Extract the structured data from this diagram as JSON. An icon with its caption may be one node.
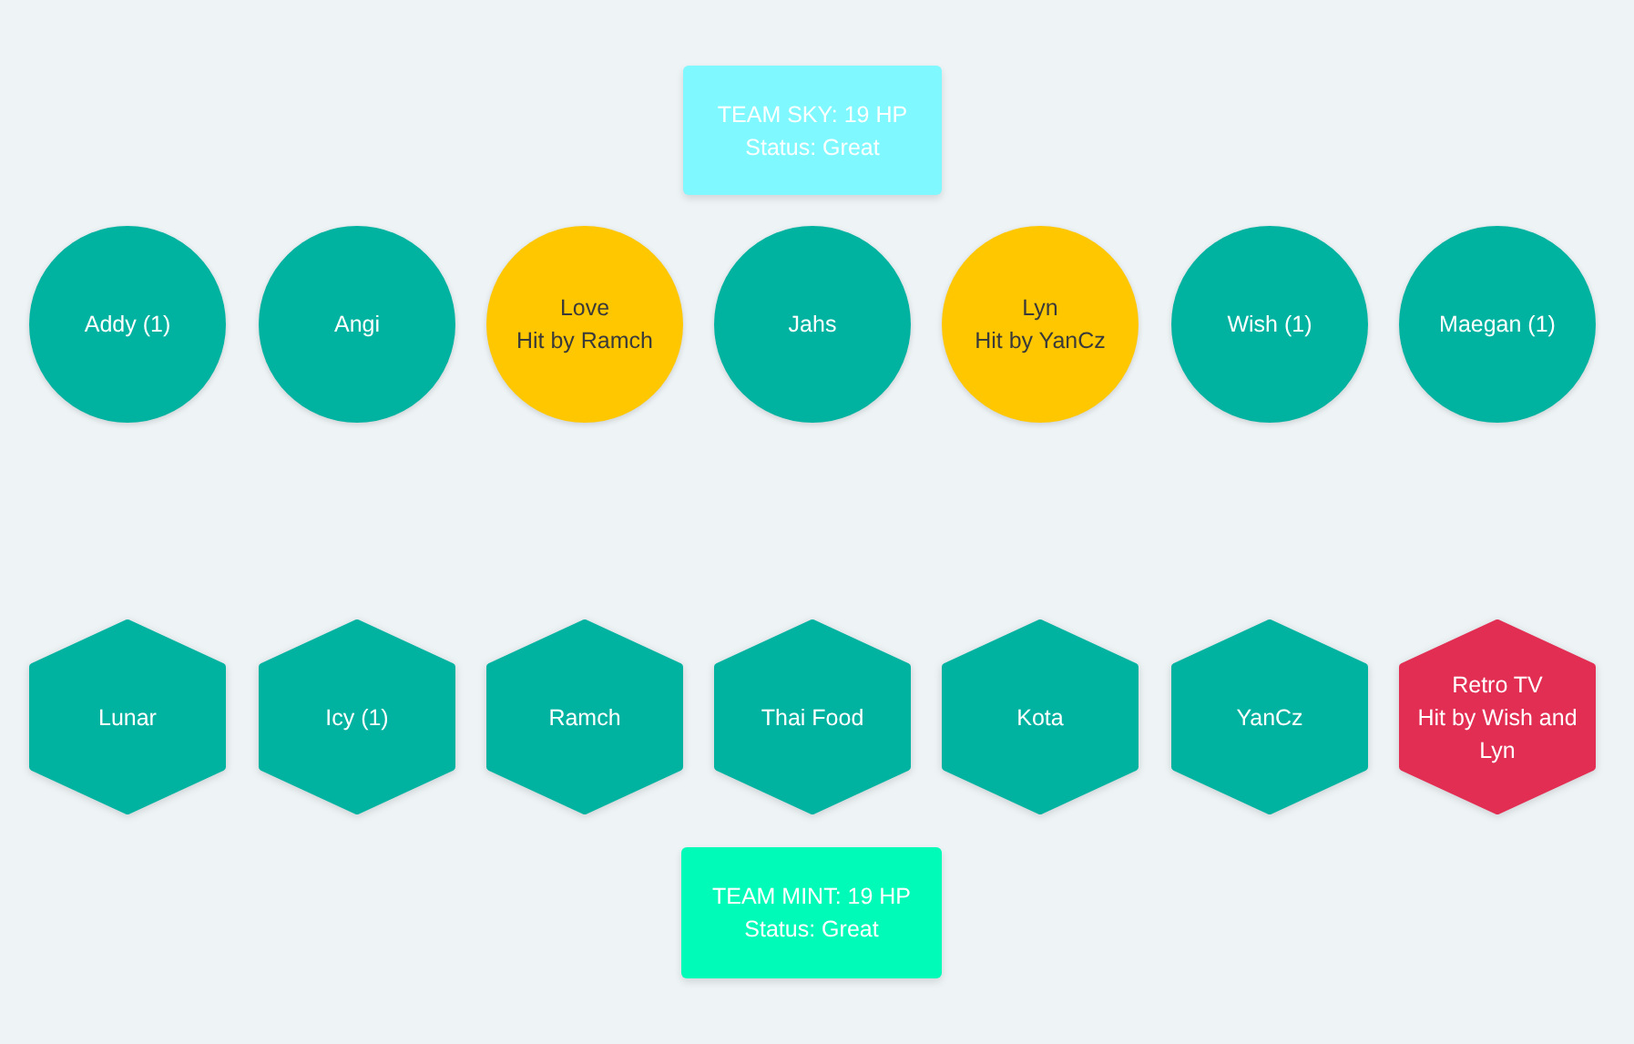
{
  "diagram": {
    "nodes": [
      {
        "text": [
          "TEAM SKY: 19 HP",
          "Status: Great"
        ]
      },
      {
        "text": [
          "Addy (1)"
        ]
      },
      {
        "text": [
          "Angi"
        ]
      },
      {
        "text": [
          "Love",
          "Hit by Ramch"
        ]
      },
      {
        "text": [
          "Jahs"
        ]
      },
      {
        "text": [
          "Lyn",
          "Hit by YanCz"
        ]
      },
      {
        "text": [
          "Wish (1)"
        ]
      },
      {
        "text": [
          "Maegan (1)"
        ]
      },
      {
        "text": [
          "Lunar"
        ]
      },
      {
        "text": [
          "Icy (1)"
        ]
      },
      {
        "text": [
          "Ramch"
        ]
      },
      {
        "text": [
          "Thai Food"
        ]
      },
      {
        "text": [
          "Kota"
        ]
      },
      {
        "text": [
          "YanCz"
        ]
      },
      {
        "text": [
          "Retro TV",
          "Hit by Wish and Lyn"
        ]
      },
      {
        "text": [
          "TEAM MINT: 19 HP",
          "Status: Great"
        ]
      }
    ]
  }
}
